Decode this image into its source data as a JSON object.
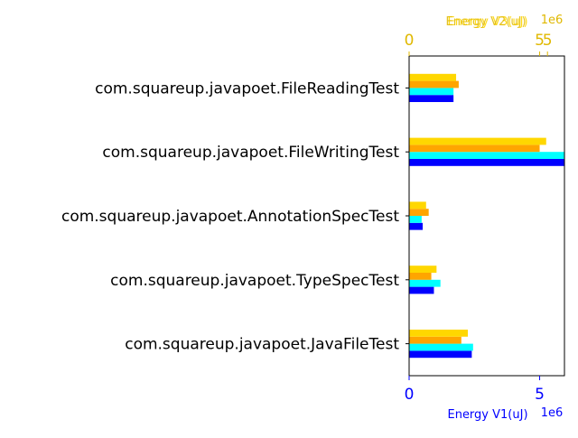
{
  "chart_data": {
    "type": "bar",
    "orientation": "horizontal",
    "categories": [
      "com.squareup.javapoet.JavaFileTest",
      "com.squareup.javapoet.TypeSpecTest",
      "com.squareup.javapoet.AnnotationSpecTest",
      "com.squareup.javapoet.FileWritingTest",
      "com.squareup.javapoet.FileReadingTest"
    ],
    "series": [
      {
        "color": "#0000ff",
        "axis": "bottom",
        "values": [
          2400000,
          950000,
          520000,
          5950000,
          1700000
        ]
      },
      {
        "color": "#00ffff",
        "axis": "bottom",
        "values": [
          2450000,
          1200000,
          480000,
          5950000,
          1700000
        ]
      },
      {
        "color": "#ffa500",
        "axis": "top",
        "values": [
          2000000,
          850000,
          750000,
          5000000,
          1900000
        ]
      },
      {
        "color": "#ffd700",
        "axis": "top",
        "values": [
          2250000,
          1050000,
          650000,
          5250000,
          1800000
        ]
      }
    ],
    "xaxis_bottom": {
      "label": "Energy V1(uJ)",
      "ticks": [
        "0",
        "5"
      ],
      "tick_values": [
        0,
        5000000
      ],
      "offset_text": "1e6",
      "range": [
        0,
        5950000
      ],
      "color": "#0000ff"
    },
    "xaxis_top": {
      "label": "Energy V2(uJ)",
      "overlapping_label": "Energy V3(uJ)",
      "ticks": [
        "0",
        "5",
        "5"
      ],
      "tick_values": [
        0,
        5000000,
        5300000
      ],
      "offset_text": "1e6",
      "range": [
        0,
        5950000
      ],
      "color": "#ffd700"
    },
    "grid": false,
    "legend": "none"
  }
}
